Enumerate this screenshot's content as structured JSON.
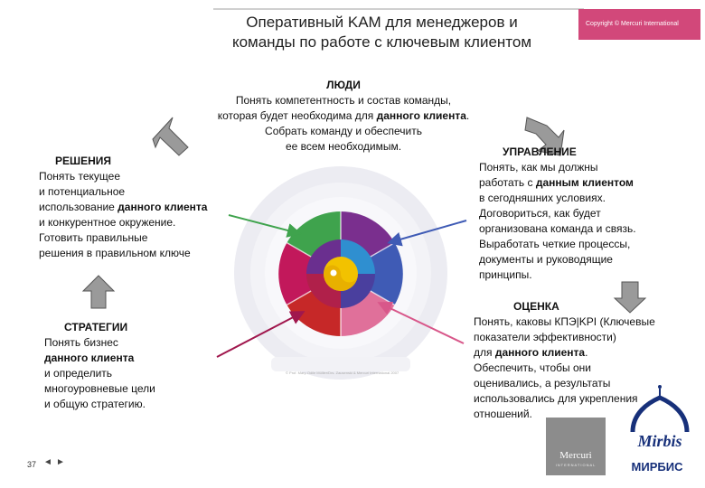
{
  "header": {
    "title_line1": "Оперативный KAM для менеджеров и",
    "title_line2": "команды по работе с ключевым клиентом",
    "copyright": "Copyright © Mercuri International",
    "brand_color": "#d2487a"
  },
  "people": {
    "heading": "ЛЮДИ",
    "line1": "Понять компетентность и состав команды,",
    "line2a": "которая будет необходима для ",
    "line2b": "данного клиента",
    "line2c": ".",
    "line3": "Собрать команду и обеспечить",
    "line4": "ее всем необходимым."
  },
  "decisions": {
    "heading": "РЕШЕНИЯ",
    "line1": "Понять текущее",
    "line2": "и потенциальное",
    "line3a": "использование ",
    "line3b": "данного клиента",
    "line4": "и конкурентное окружение.",
    "line5": "Готовить правильные",
    "line6": "решения в правильном ключе"
  },
  "management": {
    "heading": "УПРАВЛЕНИЕ",
    "line1": "Понять, как мы должны",
    "line2a": "работать с ",
    "line2b": "данным клиентом",
    "line3": "в сегодняшних условиях.",
    "line4": "Договориться, как будет",
    "line5": "организована команда и связь.",
    "line6": "Выработать четкие процессы,",
    "line7": "документы и руководящие",
    "line8": "принципы."
  },
  "strategies": {
    "heading": "СТРАТЕГИИ",
    "line1": "Понять бизнес",
    "line2": "данного клиента",
    "line3": "и определить",
    "line4": "многоуровневые цели",
    "line5": "и общую стратегию."
  },
  "evaluation": {
    "heading": "ОЦЕНКА",
    "line1": "Понять, каковы КПЭ|KPI (Ключевые",
    "line2": "показатели эффективности)",
    "line3a": "для ",
    "line3b": "данного клиента",
    "line3c": ".",
    "line4": "Обеспечить, чтобы они",
    "line5": "оценивались, а результаты",
    "line6": "использовались для укрепления",
    "line7": "отношений."
  },
  "wheel": {
    "credit": "© Prof. Mary-Odile Mülller/Drs. Zausenski & Mercuri International 2007",
    "colors": {
      "green": "#3fa34d",
      "purple": "#7a2f8e",
      "blue": "#3f5bb5",
      "crimson": "#c2185b",
      "red": "#c62828",
      "pink": "#e0709a",
      "yellow": "#f2c200"
    }
  },
  "footer": {
    "page_number": "37",
    "prev_label": "◄",
    "next_label": "►"
  },
  "logos": {
    "mercuri_text": "Mercuri",
    "mercuri_sub": "INTERNATIONAL",
    "mirbis_line1": "Mirbis",
    "mirbis_line2": "МИРБИС"
  }
}
